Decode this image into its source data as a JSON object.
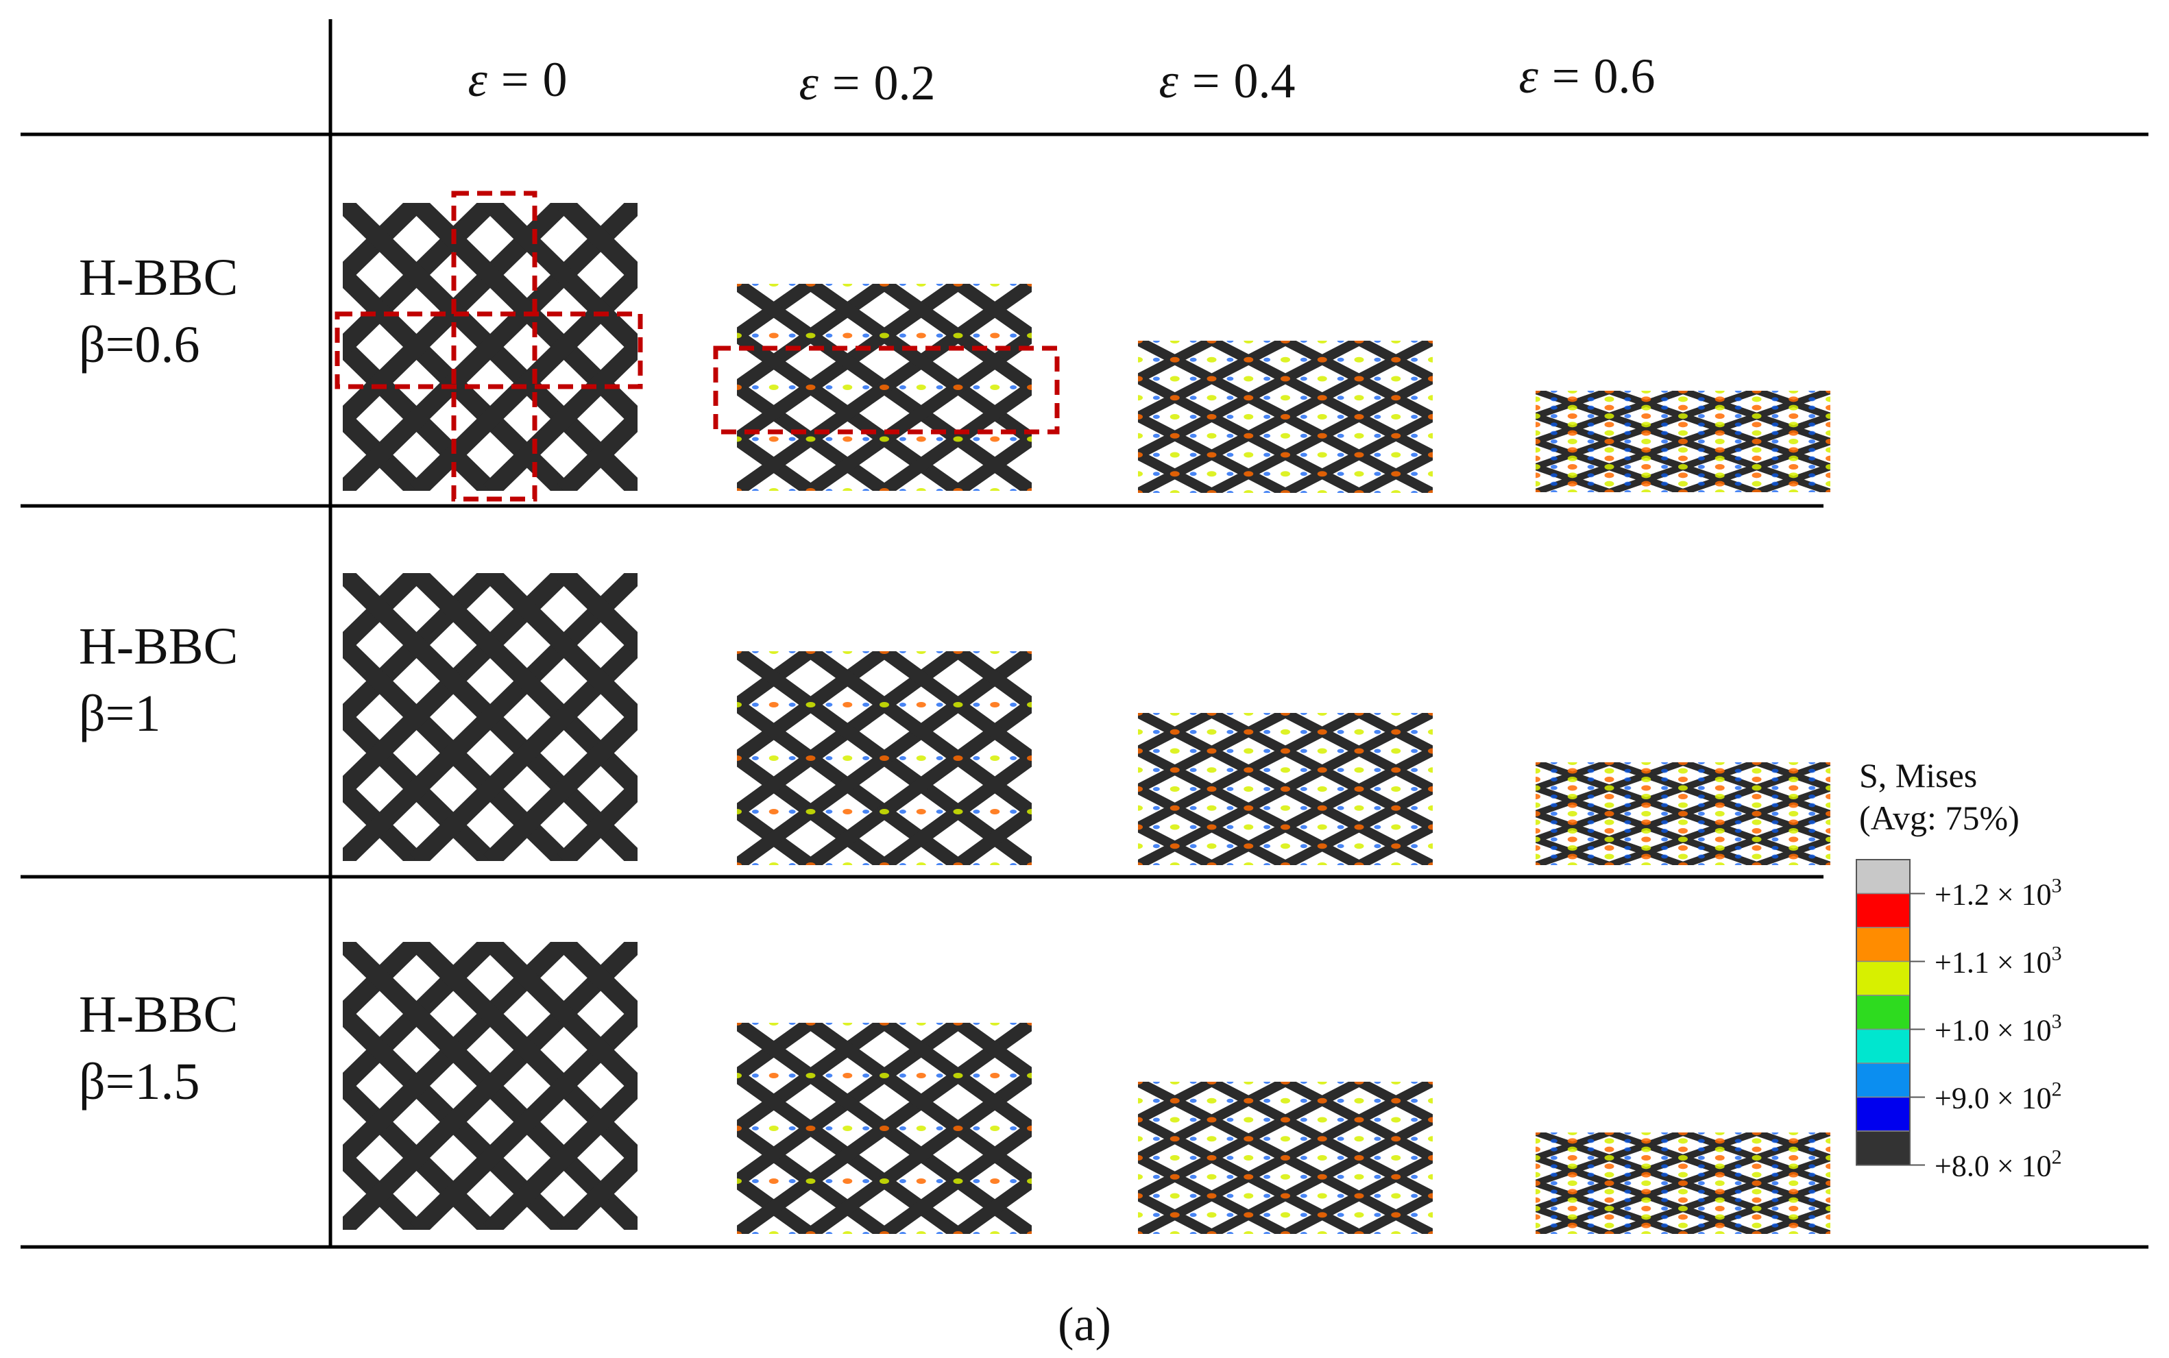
{
  "columns": [
    {
      "var": "ε",
      "eq": "=",
      "val": "0"
    },
    {
      "var": "ε",
      "eq": "=",
      "val": "0.2"
    },
    {
      "var": "ε",
      "eq": "=",
      "val": "0.4"
    },
    {
      "var": "ε",
      "eq": "=",
      "val": "0.6"
    }
  ],
  "rows": [
    {
      "name": "H-BBC",
      "beta": "β=0.6"
    },
    {
      "name": "H-BBC",
      "beta": "β=1"
    },
    {
      "name": "H-BBC",
      "beta": "β=1.5"
    }
  ],
  "legend": {
    "title_line1": "S, Mises",
    "title_line2": "(Avg: 75%)",
    "colors": [
      "#c8c8c8",
      "#ff0000",
      "#ff8c00",
      "#d7f000",
      "#2edb1f",
      "#00e6cf",
      "#0b8ef0",
      "#0000ee",
      "#333333"
    ],
    "labels": [
      {
        "mant": "+1.2 × 10",
        "exp": "3"
      },
      {
        "mant": "+1.1 × 10",
        "exp": "3"
      },
      {
        "mant": "+1.0 × 10",
        "exp": "3"
      },
      {
        "mant": "+9.0 × 10",
        "exp": "2"
      },
      {
        "mant": "+8.0 × 10",
        "exp": "2"
      }
    ]
  },
  "caption": "(a)",
  "colors": {
    "lattice": "#2b2b2b",
    "highlight_box": "#c00000",
    "stress_hot": "#ff6a00",
    "stress_mid": "#d7f000",
    "stress_cool": "#0b5cf0"
  }
}
